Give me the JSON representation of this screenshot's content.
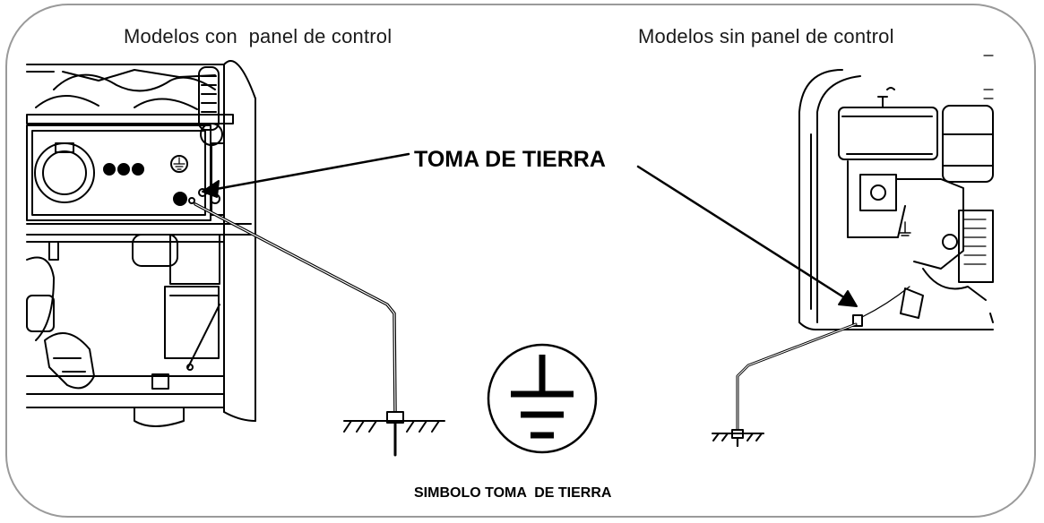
{
  "headings": {
    "left": "Modelos con  panel de control",
    "right": "Modelos sin panel de control"
  },
  "callout": "TOMA DE TIERRA",
  "symbol_caption": "SIMBOLO TOMA  DE TIERRA",
  "colors": {
    "line": "#000000",
    "frame": "#9a9a9a",
    "background": "#ffffff"
  }
}
